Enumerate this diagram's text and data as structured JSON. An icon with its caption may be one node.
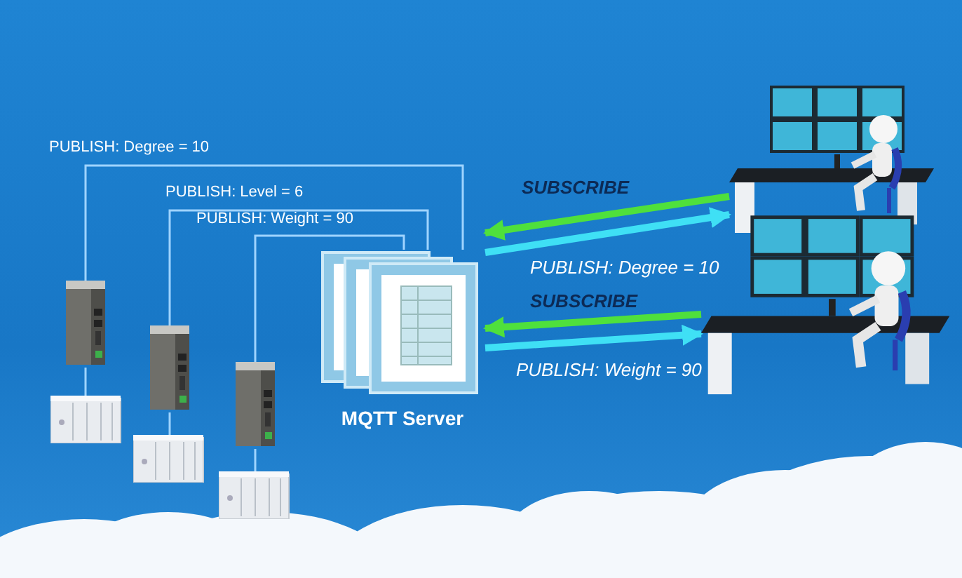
{
  "diagram": {
    "nodes": [
      {
        "text": [],
        "shape": "picture"
      },
      {
        "text": [],
        "shape": "picture"
      },
      {
        "text": [],
        "shape": "picture"
      },
      {
        "text": [],
        "shape": "picture"
      },
      {
        "text": [],
        "shape": "picture"
      },
      {
        "text": [],
        "shape": "picture"
      },
      {
        "text": [
          "MQTT Server"
        ]
      },
      {
        "text": [],
        "shape": "picture"
      },
      {
        "text": [],
        "shape": "picture"
      }
    ],
    "edges": [
      {
        "from": 0,
        "to": 6,
        "arrow": "none",
        "label": "PUBLISH: Degree = 10"
      },
      {
        "from": 1,
        "to": 6,
        "arrow": "none",
        "label": "PUBLISH: Level = 6"
      },
      {
        "from": 2,
        "to": 6,
        "arrow": "none",
        "label": "PUBLISH: Weight = 90"
      },
      {
        "from": 0,
        "to": 3,
        "arrow": "none"
      },
      {
        "from": 1,
        "to": 4,
        "arrow": "none"
      },
      {
        "from": 2,
        "to": 5,
        "arrow": "none"
      },
      {
        "from": 7,
        "to": 6,
        "arrow": "to",
        "label": "SUBSCRIBE",
        "style": "thick",
        "color": "#4fe03c"
      },
      {
        "from": 6,
        "to": 7,
        "arrow": "to",
        "label": "PUBLISH: Degree = 10",
        "style": "thick",
        "color": "#3fe0f5"
      },
      {
        "from": 8,
        "to": 6,
        "arrow": "to",
        "label": "SUBSCRIBE",
        "style": "thick",
        "color": "#4fe03c"
      },
      {
        "from": 6,
        "to": 8,
        "arrow": "to",
        "label": "PUBLISH: Weight = 90",
        "style": "thick",
        "color": "#3fe0f5"
      }
    ]
  }
}
